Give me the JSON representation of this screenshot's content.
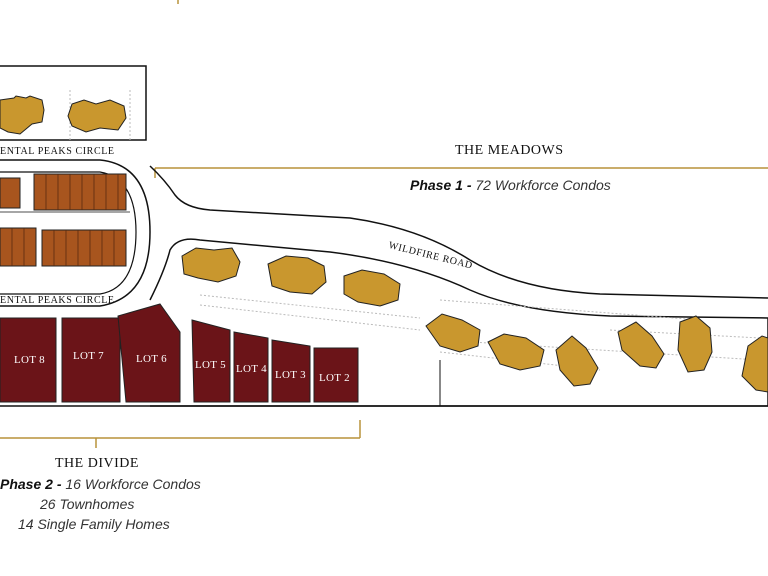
{
  "meadows": {
    "title": "THE MEADOWS",
    "phase_prefix": "Phase 1 -",
    "phase_detail": "72 Workforce Condos"
  },
  "divide": {
    "title": "THE DIVIDE",
    "phase_prefix": "Phase 2 -",
    "line1": "16 Workforce Condos",
    "line2": "26 Townhomes",
    "line3": "14 Single Family Homes"
  },
  "roads": {
    "upper_circle": "ENTAL PEAKS CIRCLE",
    "lower_circle": "ENTAL PEAKS CIRCLE",
    "wildfire": "WILDFIRE ROAD"
  },
  "lots": [
    {
      "label": "LOT 8"
    },
    {
      "label": "LOT 7"
    },
    {
      "label": "LOT 6"
    },
    {
      "label": "LOT 5"
    },
    {
      "label": "LOT 4"
    },
    {
      "label": "LOT 3"
    },
    {
      "label": "LOT 2"
    }
  ],
  "colors": {
    "condo": "#c9972e",
    "townhome": "#a8551e",
    "lot": "#6b1418",
    "accent_line": "#b8923a"
  }
}
